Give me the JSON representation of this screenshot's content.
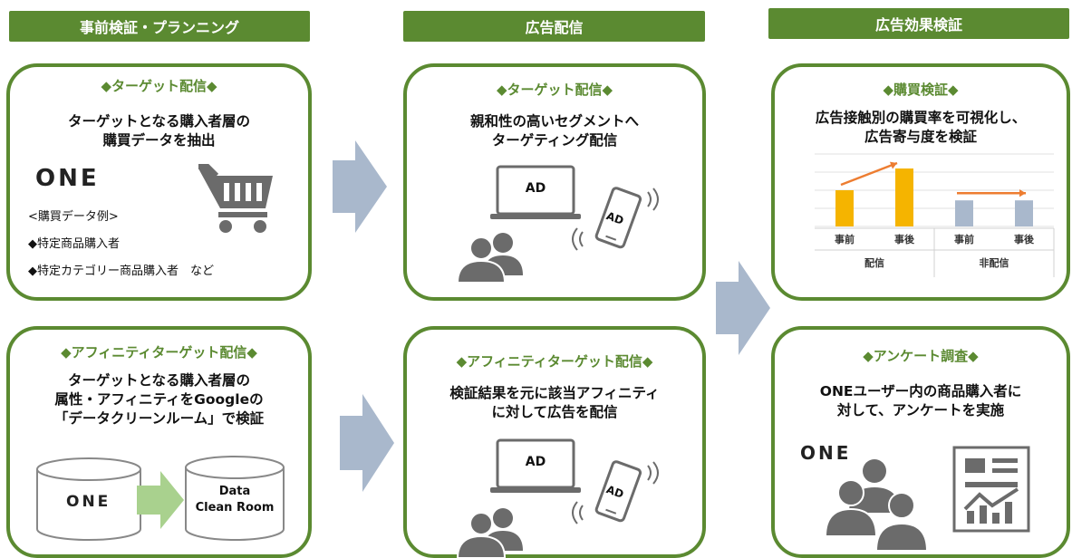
{
  "headers": {
    "col1": "事前検証・プランニング",
    "col2": "広告配信",
    "col3": "広告効果検証"
  },
  "card1": {
    "title": "◆ターゲット配信◆",
    "line1": "ターゲットとなる購入者層の",
    "line2": "購買データを抽出",
    "logo": "ONE",
    "example_label": "<購買データ例>",
    "item1": "◆特定商品購入者",
    "item2": "◆特定カテゴリー商品購入者　など"
  },
  "card2": {
    "title": "◆アフィニティターゲット配信◆",
    "line1": "ターゲットとなる購入者層の",
    "line2": "属性・アフィニティをGoogleの",
    "line3": "「データクリーンルーム」で検証",
    "db_left": "ONE",
    "db_right_1": "Data",
    "db_right_2": "Clean Room"
  },
  "card3": {
    "title": "◆ターゲット配信◆",
    "line1": "親和性の高いセグメントへ",
    "line2": "ターゲティング配信",
    "ad_laptop": "AD",
    "ad_phone": "AD"
  },
  "card4": {
    "title": "◆アフィニティターゲット配信◆",
    "line1": "検証結果を元に該当アフィニティ",
    "line2": "に対して広告を配信",
    "ad_laptop": "AD",
    "ad_phone": "AD"
  },
  "card5": {
    "title": "◆購買検証◆",
    "line1": "広告接触別の購買率を可視化し、",
    "line2": "広告寄与度を検証",
    "chart": {
      "bars": [
        {
          "label": "事前",
          "value": 0.5,
          "color": "#f5b400"
        },
        {
          "label": "事後",
          "value": 0.8,
          "color": "#f5b400"
        },
        {
          "label": "事前",
          "value": 0.36,
          "color": "#a9b8cc"
        },
        {
          "label": "事後",
          "value": 0.36,
          "color": "#a9b8cc"
        }
      ],
      "groups": [
        "配信",
        "非配信"
      ],
      "arrow_color": "#ed7d31"
    }
  },
  "card6": {
    "title": "◆アンケート調査◆",
    "line1": "ONEユーザー内の商品購入者に",
    "line2": "対して、アンケートを実施",
    "logo": "ONE"
  },
  "colors": {
    "green": "#5b8a31",
    "arrow": "#a9b8cc",
    "icon": "#6b6b6b"
  }
}
